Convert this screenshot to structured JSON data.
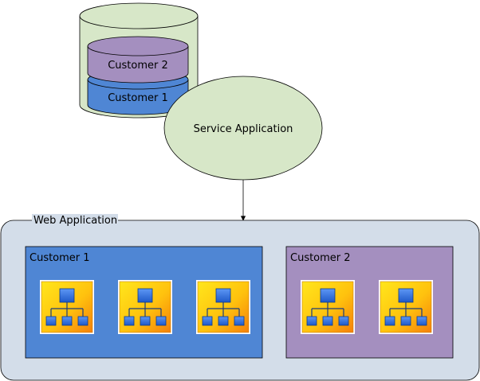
{
  "database": {
    "layers": [
      {
        "label": "Customer 2",
        "color": "#a48fbf"
      },
      {
        "label": "Customer 1",
        "color": "#4f86d4"
      }
    ],
    "outer_color": "#d7e7c8"
  },
  "service_application": {
    "label": "Service Application",
    "color": "#d7e7c8"
  },
  "web_application": {
    "label": "Web Application",
    "color": "#d3dde9",
    "tenants": [
      {
        "label": "Customer 1",
        "color": "#4f86d4",
        "site_count": 3
      },
      {
        "label": "Customer 2",
        "color": "#a48fbf",
        "site_count": 2
      }
    ]
  },
  "site_icon": {
    "name": "site-collection-icon",
    "colors": {
      "gradient_start": "#ffe21a",
      "gradient_end": "#f58a0a",
      "node": "#2f6fe0"
    }
  }
}
